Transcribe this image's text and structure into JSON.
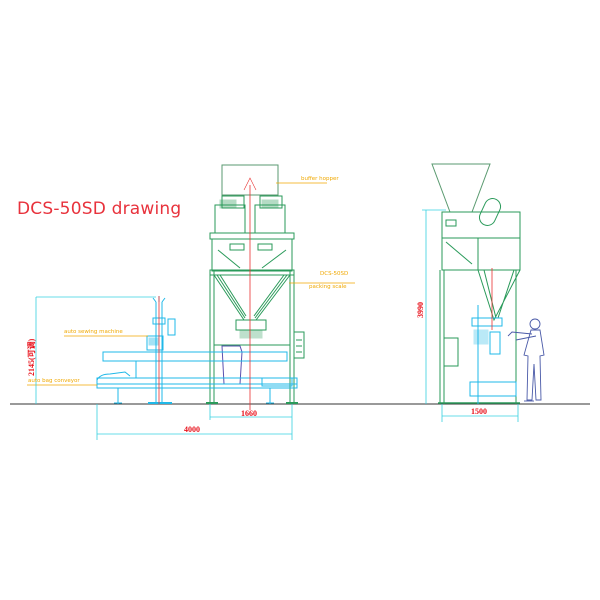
{
  "title": "DCS-50SD drawing",
  "colors": {
    "title": "#e8323c",
    "machine_frame": "#2a9a5a",
    "conveyor": "#1fb8e8",
    "dimension_line": "#36d0e0",
    "dimension_text": "#e8101a",
    "label_text": "#f0a800",
    "center_line": "#e83030",
    "bag": "#5a50b0",
    "operator": "#4a5aa8",
    "ground": "#333333"
  },
  "front_view": {
    "labels": {
      "buffer_hopper": "buffer hopper",
      "packing_scale_line1": "DCS-50SD",
      "packing_scale_line2": "packing scale",
      "auto_sewing_machine": "auto sewing machine",
      "auto_bag_conveyor": "auto bag conveyor"
    },
    "dimensions": {
      "overall_length": "4000",
      "scale_width": "1660",
      "sewing_height": "2145(可调)"
    }
  },
  "side_view": {
    "dimensions": {
      "height": "3990",
      "width": "1500"
    }
  }
}
